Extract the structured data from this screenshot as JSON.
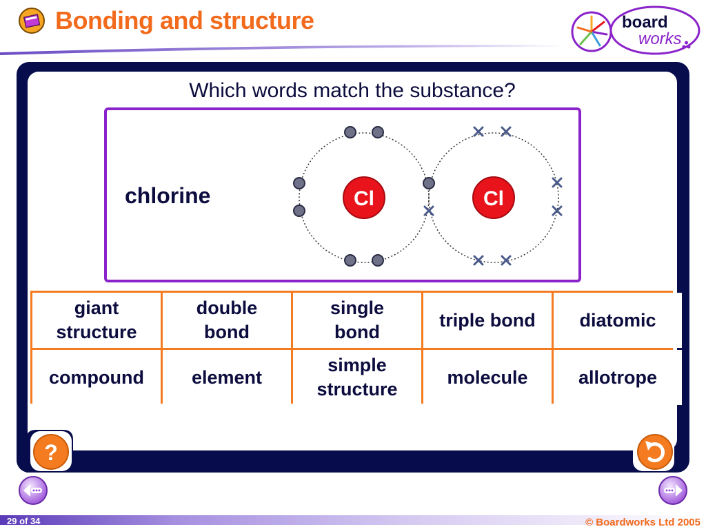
{
  "header": {
    "title": "Bonding and structure",
    "logo_text_top": "board",
    "logo_text_bottom": "works",
    "accent_color": "#f26b1d"
  },
  "main": {
    "question": "Which words match the substance?",
    "substance": "chlorine",
    "atom_label": "Cl",
    "options": [
      "giant\nstructure",
      "double\nbond",
      "single\nbond",
      "triple bond",
      "diatomic",
      "compound",
      "element",
      "simple\nstructure",
      "molecule",
      "allotrope"
    ]
  },
  "controls": {
    "help_icon": "question-mark-icon",
    "undo_icon": "undo-icon",
    "prev_icon": "previous-slide-icon",
    "next_icon": "next-slide-icon"
  },
  "footer": {
    "page_indicator": "29 of 34",
    "copyright": "© Boardworks Ltd 2005"
  },
  "colors": {
    "panel": "#060c4c",
    "option_border": "#f47b20",
    "box_border": "#8a23c9",
    "atom": "#e8131b"
  }
}
